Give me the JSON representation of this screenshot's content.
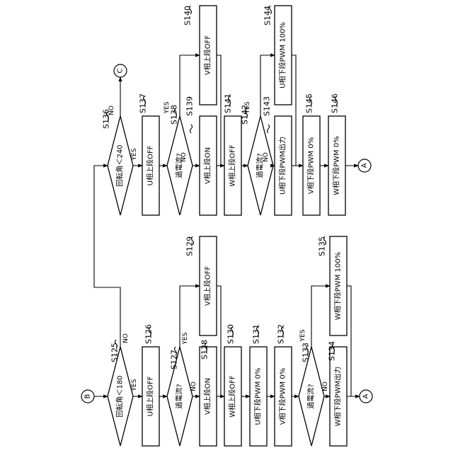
{
  "connectors": {
    "B": "B",
    "C": "C",
    "A": "A"
  },
  "labels": {
    "yes": "YES",
    "no": "NO"
  },
  "steps": {
    "S125": {
      "id": "S125",
      "text": "回転角＜180"
    },
    "S126": {
      "id": "S126",
      "text": "U相上段OFF"
    },
    "S127": {
      "id": "S127",
      "text": "過電流?"
    },
    "S128": {
      "id": "S128",
      "text": "V相上段ON"
    },
    "S129": {
      "id": "S129",
      "text": "V相上段OFF"
    },
    "S130": {
      "id": "S130",
      "text": "W相上段OFF"
    },
    "S131": {
      "id": "S131",
      "text": "U相下段PWM  0%"
    },
    "S132": {
      "id": "S132",
      "text": "V相下段PWM  0%"
    },
    "S133": {
      "id": "S133",
      "text": "過電流?"
    },
    "S134": {
      "id": "S134",
      "text": "W相下段PWM出力"
    },
    "S135": {
      "id": "S135",
      "text": "W相下段PWM  100%"
    },
    "S136": {
      "id": "S136",
      "text": "回転角＜240"
    },
    "S137": {
      "id": "S137",
      "text": "U相上段OFF"
    },
    "S138": {
      "id": "S138",
      "text": "過電流?"
    },
    "S139": {
      "id": "S139",
      "text": "V相上段ON"
    },
    "S140": {
      "id": "S140",
      "text": "V相上段OFF"
    },
    "S141": {
      "id": "S141",
      "text": "W相上段OFF"
    },
    "S142": {
      "id": "S142",
      "text": "過電流?"
    },
    "S143": {
      "id": "S143",
      "text": "U相下段PWM出力"
    },
    "S144": {
      "id": "S144",
      "text": "U相下段PWM  100%"
    },
    "S145": {
      "id": "S145",
      "text": "V相下段PWM  0%"
    },
    "S146": {
      "id": "S146",
      "text": "W相下段PWM  0%"
    }
  }
}
